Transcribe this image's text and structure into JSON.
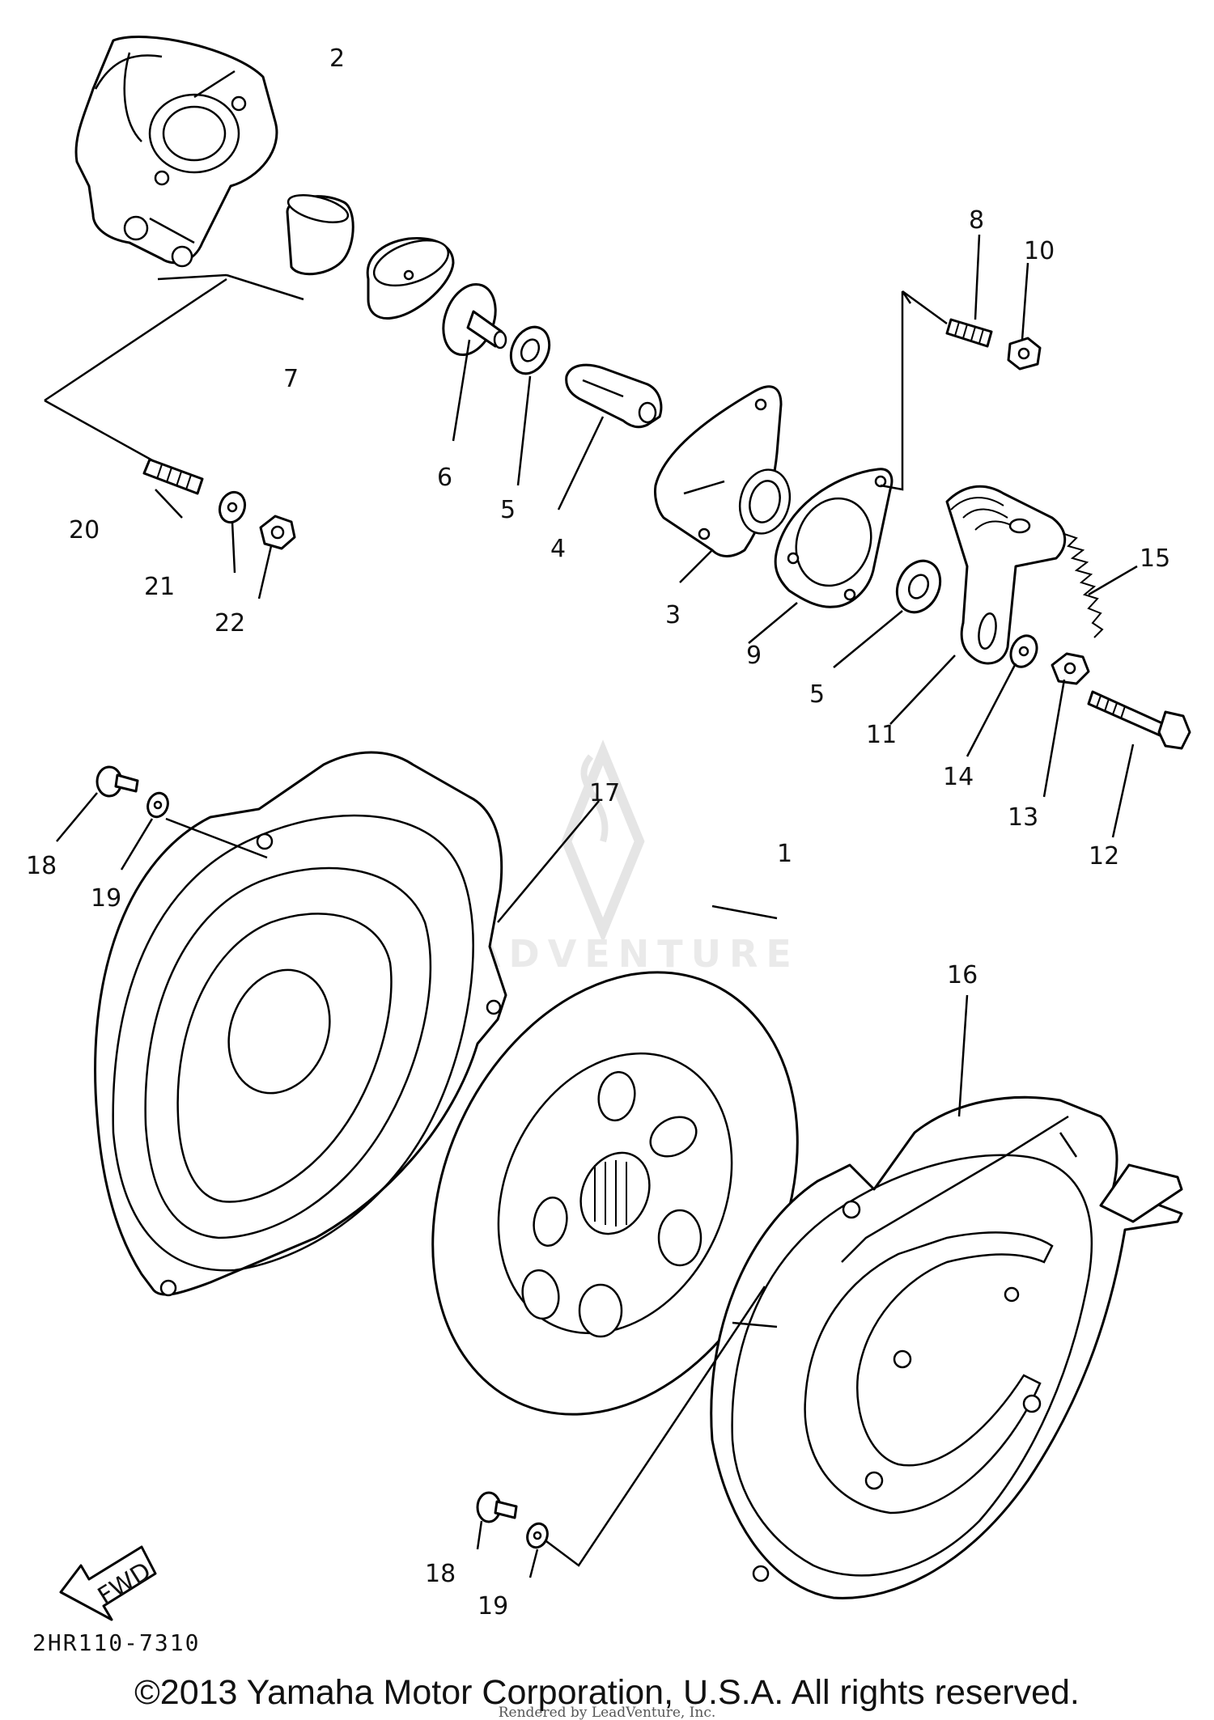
{
  "diagram": {
    "part_labels": {
      "p1": "1",
      "p2": "2",
      "p3": "3",
      "p4": "4",
      "p5a": "5",
      "p5b": "5",
      "p6": "6",
      "p7": "7",
      "p8": "8",
      "p9": "9",
      "p10": "10",
      "p11": "11",
      "p12": "12",
      "p13": "13",
      "p14": "14",
      "p15": "15",
      "p16": "16",
      "p17": "17",
      "p18a": "18",
      "p18b": "18",
      "p19a": "19",
      "p19b": "19",
      "p20": "20",
      "p21": "21",
      "p22": "22"
    },
    "fwd_label": "FWD",
    "diagram_code": "2HR110-7310",
    "copyright": "©2013 Yamaha Motor Corporation, U.S.A. All rights reserved.",
    "rendered_by": "Rendered by LeadVenture, Inc.",
    "watermark": "LEADVENTURE"
  }
}
